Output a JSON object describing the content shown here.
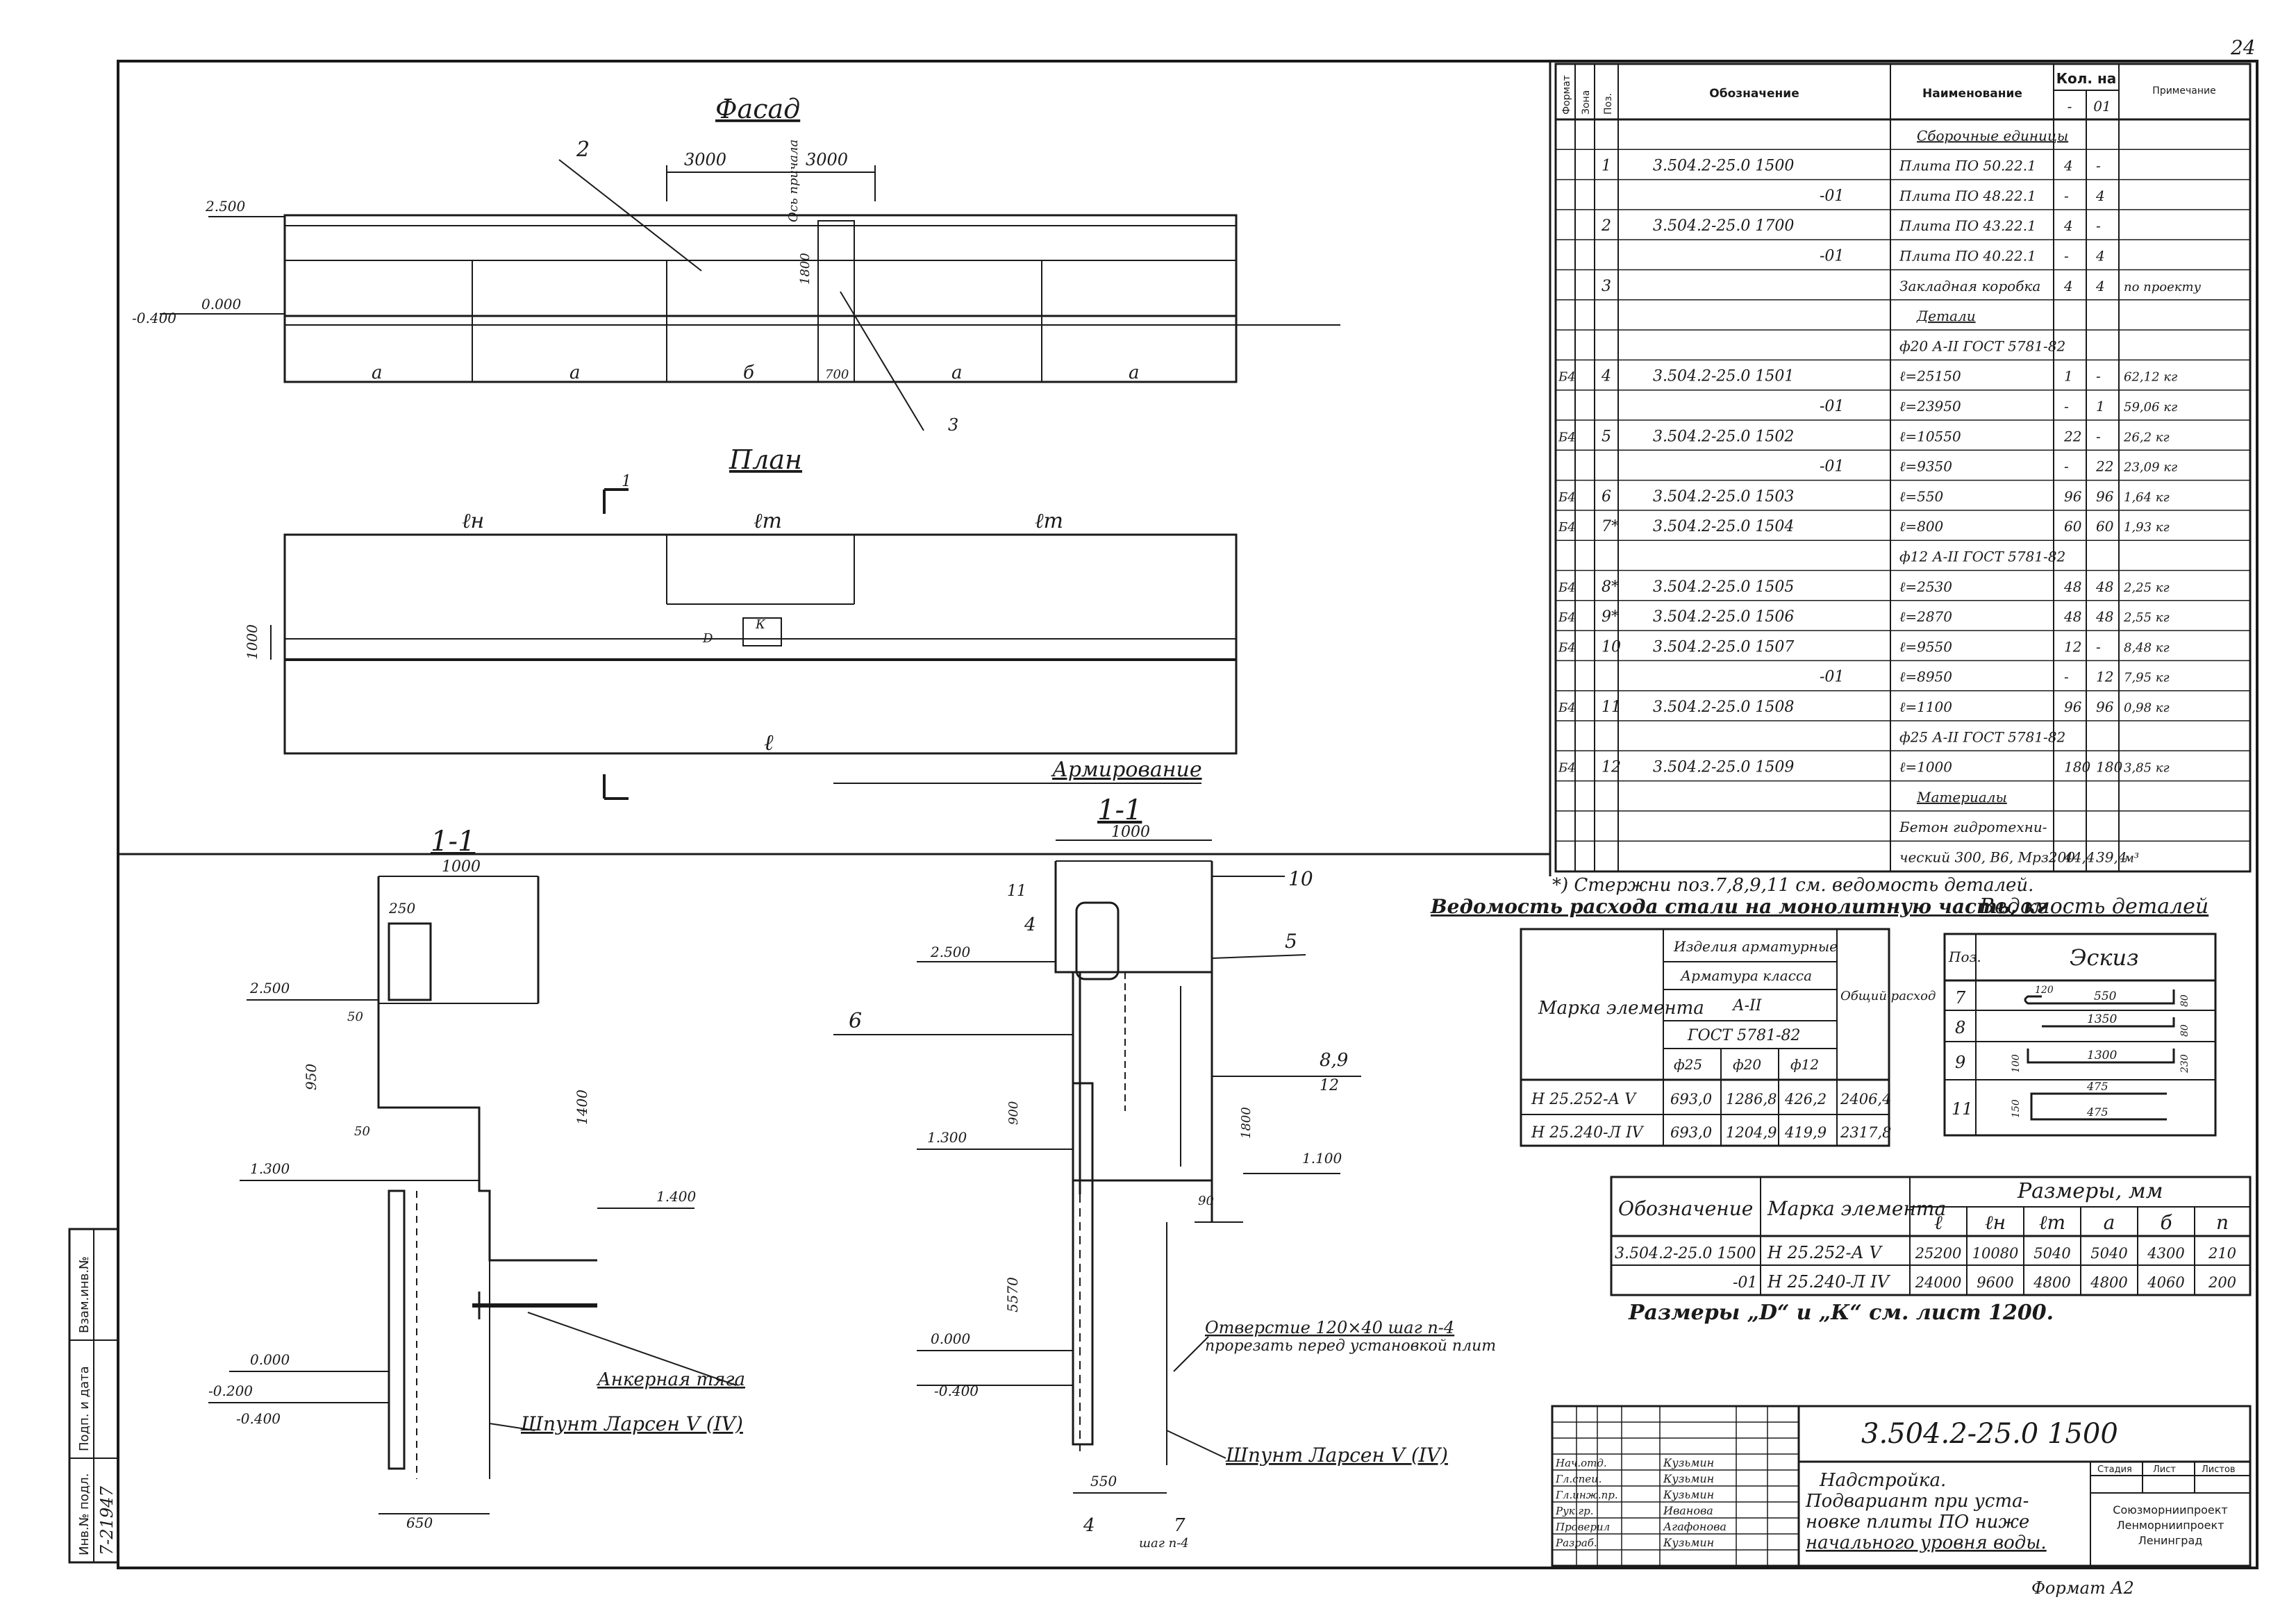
{
  "sheet_number": "24",
  "views": {
    "facade": {
      "title": "Фасад",
      "dims": [
        "3000",
        "3000"
      ],
      "axis_label": "Ось причала",
      "pos2": "2",
      "pos3": "3",
      "elev_top": "2.500",
      "elev_mid": "0.000",
      "elev_low": "-0.400",
      "dim_vert": "1800",
      "bottom_labels": [
        "а",
        "а",
        "б",
        "700",
        "а",
        "а"
      ]
    },
    "plan": {
      "title": "План",
      "section_mark": "1",
      "top_labels": [
        "ℓн",
        "ℓm",
        "ℓm"
      ],
      "left_dim": "1000",
      "small_dims": [
        "D",
        "К"
      ],
      "bottom_label": "ℓ",
      "arm_label": "Армирование"
    },
    "section_left": {
      "title": "1-1",
      "dim_width": "1000",
      "dim_top": "250",
      "elev_top": "2.500",
      "dim_950": "950",
      "dim_1400": "1400",
      "dim_50a": "50",
      "dim_50b": "50",
      "elev_1300": "1.300",
      "elev_1400": "1.400",
      "elev_0": "0.000",
      "elev_m200": "-0.200",
      "elev_m400": "-0.400",
      "dim_650": "650",
      "label_anchor": "Анкерная тяга",
      "label_sheet": "Шпунт Ларсен V (IV)"
    },
    "section_right": {
      "title": "1-1",
      "dim_width": "1000",
      "pos_labels": [
        "11",
        "4",
        "10",
        "5",
        "6",
        "8,9",
        "12",
        "7",
        "4"
      ],
      "elev_top": "2.500",
      "elev_1300": "1.300",
      "elev_1100": "1.100",
      "elev_0": "0.000",
      "elev_m400": "-0.400",
      "dim_900": "900",
      "dim_1800": "1800",
      "dim_5570": "5570",
      "dim_90": "90",
      "dim_550": "550",
      "hole_note_1": "Отверстие 120×40 шаг п-4",
      "hole_note_2": "прорезать перед установкой плит",
      "label_sheet": "Шпунт Ларсен V (IV)",
      "step_note": "шаг п-4"
    }
  },
  "spec_table": {
    "headers": [
      "Формат",
      "Зона",
      "Поз.",
      "Обозначение",
      "Наименование",
      "Кол. на",
      "Примечание"
    ],
    "qty_headers": [
      "-",
      "01"
    ],
    "rows": [
      {
        "f": "",
        "pos": "",
        "desig": "",
        "name": "Сборочные единицы",
        "q1": "",
        "q2": "",
        "note": "",
        "section": true
      },
      {
        "f": "",
        "pos": "1",
        "desig": "3.504.2-25.0 1500",
        "name": "Плита ПО 50.22.1",
        "q1": "4",
        "q2": "-",
        "note": ""
      },
      {
        "f": "",
        "pos": "",
        "desig": "-01",
        "name": "Плита ПО 48.22.1",
        "q1": "-",
        "q2": "4",
        "note": ""
      },
      {
        "f": "",
        "pos": "2",
        "desig": "3.504.2-25.0 1700",
        "name": "Плита ПО 43.22.1",
        "q1": "4",
        "q2": "-",
        "note": ""
      },
      {
        "f": "",
        "pos": "",
        "desig": "-01",
        "name": "Плита ПО 40.22.1",
        "q1": "-",
        "q2": "4",
        "note": ""
      },
      {
        "f": "",
        "pos": "3",
        "desig": "",
        "name": "Закладная коробка",
        "q1": "4",
        "q2": "4",
        "note": "по проекту"
      },
      {
        "f": "",
        "pos": "",
        "desig": "",
        "name": "Детали",
        "q1": "",
        "q2": "",
        "note": "",
        "section": true
      },
      {
        "f": "",
        "pos": "",
        "desig": "",
        "name": "ф20 А-II ГОСТ 5781-82",
        "q1": "",
        "q2": "",
        "note": ""
      },
      {
        "f": "Б4",
        "pos": "4",
        "desig": "3.504.2-25.0 1501",
        "name": "ℓ=25150",
        "q1": "1",
        "q2": "-",
        "note": "62,12 кг"
      },
      {
        "f": "",
        "pos": "",
        "desig": "-01",
        "name": "ℓ=23950",
        "q1": "-",
        "q2": "1",
        "note": "59,06 кг"
      },
      {
        "f": "Б4",
        "pos": "5",
        "desig": "3.504.2-25.0 1502",
        "name": "ℓ=10550",
        "q1": "22",
        "q2": "-",
        "note": "26,2 кг"
      },
      {
        "f": "",
        "pos": "",
        "desig": "-01",
        "name": "ℓ=9350",
        "q1": "-",
        "q2": "22",
        "note": "23,09 кг"
      },
      {
        "f": "Б4",
        "pos": "6",
        "desig": "3.504.2-25.0 1503",
        "name": "ℓ=550",
        "q1": "96",
        "q2": "96",
        "note": "1,64 кг"
      },
      {
        "f": "Б4",
        "pos": "7*",
        "desig": "3.504.2-25.0 1504",
        "name": "ℓ=800",
        "q1": "60",
        "q2": "60",
        "note": "1,93 кг"
      },
      {
        "f": "",
        "pos": "",
        "desig": "",
        "name": "ф12 А-II ГОСТ 5781-82",
        "q1": "",
        "q2": "",
        "note": ""
      },
      {
        "f": "Б4",
        "pos": "8*",
        "desig": "3.504.2-25.0 1505",
        "name": "ℓ=2530",
        "q1": "48",
        "q2": "48",
        "note": "2,25 кг"
      },
      {
        "f": "Б4",
        "pos": "9*",
        "desig": "3.504.2-25.0 1506",
        "name": "ℓ=2870",
        "q1": "48",
        "q2": "48",
        "note": "2,55 кг"
      },
      {
        "f": "Б4",
        "pos": "10",
        "desig": "3.504.2-25.0 1507",
        "name": "ℓ=9550",
        "q1": "12",
        "q2": "-",
        "note": "8,48 кг"
      },
      {
        "f": "",
        "pos": "",
        "desig": "-01",
        "name": "ℓ=8950",
        "q1": "-",
        "q2": "12",
        "note": "7,95 кг"
      },
      {
        "f": "Б4",
        "pos": "11",
        "desig": "3.504.2-25.0 1508",
        "name": "ℓ=1100",
        "q1": "96",
        "q2": "96",
        "note": "0,98 кг"
      },
      {
        "f": "",
        "pos": "",
        "desig": "",
        "name": "ф25 А-II ГОСТ 5781-82",
        "q1": "",
        "q2": "",
        "note": ""
      },
      {
        "f": "Б4",
        "pos": "12",
        "desig": "3.504.2-25.0 1509",
        "name": "ℓ=1000",
        "q1": "180",
        "q2": "180",
        "note": "3,85 кг"
      },
      {
        "f": "",
        "pos": "",
        "desig": "",
        "name": "Материалы",
        "q1": "",
        "q2": "",
        "note": "",
        "section": true
      },
      {
        "f": "",
        "pos": "",
        "desig": "",
        "name": "Бетон гидротехни-",
        "q1": "",
        "q2": "",
        "note": ""
      },
      {
        "f": "",
        "pos": "",
        "desig": "",
        "name": "ческий 300, В6, Мрз200",
        "q1": "44,4",
        "q2": "39,4",
        "note": "м³"
      }
    ],
    "footnote": "*) Стержни поз.7,8,9,11 см. ведомость деталей."
  },
  "steel_table": {
    "title": "Ведомость расхода стали на монолитную часть, кг",
    "col_mark": "Марка элемента",
    "col_group": "Изделия арматурные",
    "col_arm": "Арматура класса",
    "col_class": "А-II",
    "col_gost": "ГОСТ 5781-82",
    "col_total": "Общий расход",
    "diams": [
      "ф25",
      "ф20",
      "ф12"
    ],
    "rows": [
      {
        "mark": "Н 25.252-А V",
        "v1": "693,0",
        "v2": "1286,8",
        "v3": "426,2",
        "total": "2406,4"
      },
      {
        "mark": "Н 25.240-Л IV",
        "v1": "693,0",
        "v2": "1204,9",
        "v3": "419,9",
        "total": "2317,8"
      }
    ]
  },
  "details_table": {
    "title": "Ведомость деталей",
    "col_pos": "Поз.",
    "col_sketch": "Эскиз",
    "rows": [
      {
        "pos": "7",
        "dims": [
          "120",
          "550",
          "80"
        ]
      },
      {
        "pos": "8",
        "dims": [
          "1350",
          "80"
        ]
      },
      {
        "pos": "9",
        "dims": [
          "100",
          "1300",
          "230"
        ]
      },
      {
        "pos": "11",
        "dims": [
          "150",
          "475",
          "475"
        ]
      }
    ]
  },
  "dims_table": {
    "col_desig": "Обозначение",
    "col_mark": "Марка элемента",
    "col_sizes": "Размеры, мм",
    "sub_headers": [
      "ℓ",
      "ℓн",
      "ℓm",
      "а",
      "б",
      "п"
    ],
    "rows": [
      {
        "desig": "3.504.2-25.0 1500",
        "mark": "Н 25.252-А V",
        "vals": [
          "25200",
          "10080",
          "5040",
          "5040",
          "4300",
          "210"
        ]
      },
      {
        "desig": "-01",
        "mark": "Н 25.240-Л IV",
        "vals": [
          "24000",
          "9600",
          "4800",
          "4800",
          "4060",
          "200"
        ]
      }
    ],
    "note": "Размеры „D“ и „К“ см. лист 1200."
  },
  "title_block": {
    "code": "3.504.2-25.0 1500",
    "title_lines": [
      "Надстройка.",
      "Подвариант при уста-",
      "новке плиты ПО ниже",
      "начального уровня воды."
    ],
    "stage_headers": [
      "Стадия",
      "Лист",
      "Листов"
    ],
    "org": [
      "Союзморниипроект",
      "Ленморниипроект",
      "Ленинград"
    ],
    "signers": [
      {
        "role": "Нач.отд.",
        "name": "Кузьмин"
      },
      {
        "role": "Гл.спец.",
        "name": "Кузьмин"
      },
      {
        "role": "Гл.инж.пр.",
        "name": "Кузьмин"
      },
      {
        "role": "Рук.гр.",
        "name": "Иванова"
      },
      {
        "role": "Проверил",
        "name": "Агафонова"
      },
      {
        "role": "Разраб.",
        "name": "Кузьмин"
      }
    ],
    "format": "Формат А2"
  },
  "side_stamp": {
    "labels": [
      "Инв.№ подл.",
      "Подп. и дата",
      "Взам.инв.№"
    ],
    "inv": "7-21947"
  }
}
